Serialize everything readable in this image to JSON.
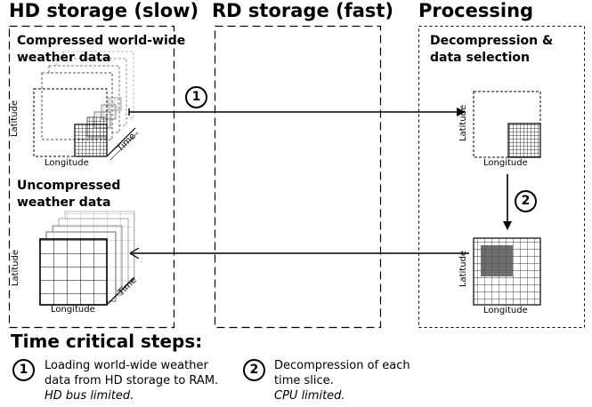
{
  "columns": {
    "hd": "HD storage (slow)",
    "rd": "RD storage (fast)",
    "processing": "Processing"
  },
  "hd_blocks": {
    "compressed": [
      "Compressed world-wide",
      "weather data"
    ],
    "uncompressed": [
      "Uncompressed",
      "weather data"
    ]
  },
  "processing_block": [
    "Decompression &",
    "data selection"
  ],
  "axes": {
    "latitude": "Latitude",
    "longitude": "Longitude",
    "time": "Time"
  },
  "steps_title": "Time critical steps:",
  "steps": [
    {
      "num": "1",
      "lines": [
        "Loading world-wide weather",
        "data from HD storage to RAM."
      ],
      "note": "HD bus limited."
    },
    {
      "num": "2",
      "lines": [
        "Decompression of each",
        "time slice."
      ],
      "note": "CPU limited."
    }
  ]
}
